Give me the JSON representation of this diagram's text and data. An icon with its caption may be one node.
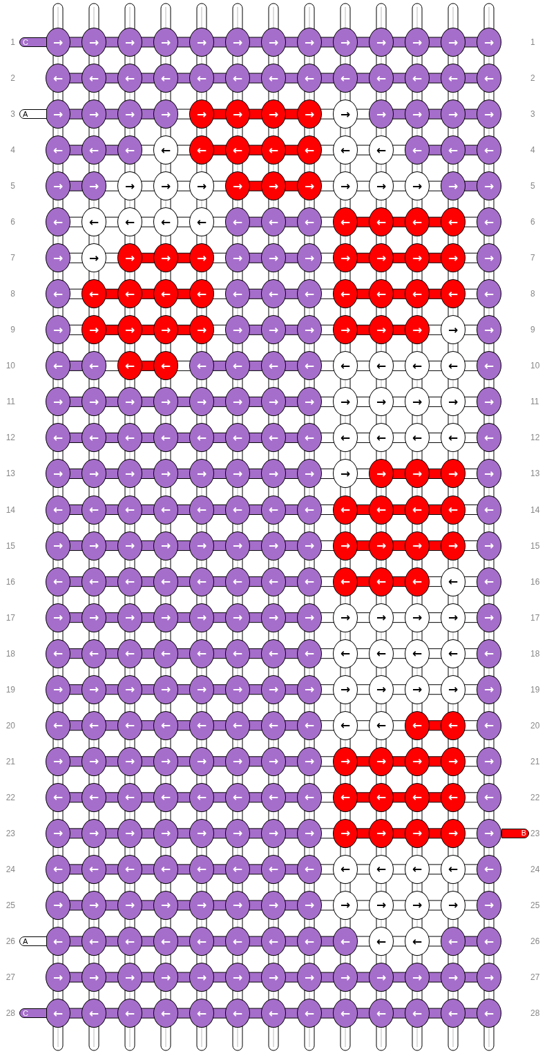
{
  "diagram": {
    "nodes": [
      {
        "text": [
          "→"
        ]
      },
      {
        "text": [
          "→"
        ]
      },
      {
        "text": [
          "→"
        ]
      },
      {
        "text": [
          "→"
        ]
      },
      {
        "text": [
          "→"
        ]
      },
      {
        "text": [
          "→"
        ]
      },
      {
        "text": [
          "→"
        ]
      },
      {
        "text": [
          "→"
        ]
      },
      {
        "text": [
          "→"
        ]
      },
      {
        "text": [
          "→"
        ]
      },
      {
        "text": [
          "→"
        ]
      },
      {
        "text": [
          "→"
        ]
      },
      {
        "text": [
          "→"
        ]
      },
      {
        "text": [
          "←"
        ]
      },
      {
        "text": [
          "←"
        ]
      },
      {
        "text": [
          "←"
        ]
      },
      {
        "text": [
          "←"
        ]
      },
      {
        "text": [
          "←"
        ]
      },
      {
        "text": [
          "←"
        ]
      },
      {
        "text": [
          "←"
        ]
      },
      {
        "text": [
          "←"
        ]
      },
      {
        "text": [
          "←"
        ]
      },
      {
        "text": [
          "←"
        ]
      },
      {
        "text": [
          "←"
        ]
      },
      {
        "text": [
          "←"
        ]
      },
      {
        "text": [
          "←"
        ]
      },
      {
        "text": [
          "→"
        ]
      },
      {
        "text": [
          "→"
        ]
      },
      {
        "text": [
          "→"
        ]
      },
      {
        "text": [
          "→"
        ]
      },
      {
        "text": [
          "→"
        ]
      },
      {
        "text": [
          "→"
        ]
      },
      {
        "text": [
          "→"
        ]
      },
      {
        "text": [
          "→"
        ]
      },
      {
        "text": [
          "→"
        ]
      },
      {
        "text": [
          "→"
        ]
      },
      {
        "text": [
          "→"
        ]
      },
      {
        "text": [
          "→"
        ]
      },
      {
        "text": [
          "→"
        ]
      },
      {
        "text": [
          "←"
        ]
      },
      {
        "text": [
          "←"
        ]
      },
      {
        "text": [
          "←"
        ]
      },
      {
        "text": [
          "←"
        ]
      },
      {
        "text": [
          "←"
        ]
      },
      {
        "text": [
          "←"
        ]
      },
      {
        "text": [
          "←"
        ]
      },
      {
        "text": [
          "←"
        ]
      },
      {
        "text": [
          "←"
        ]
      },
      {
        "text": [
          "←"
        ]
      },
      {
        "text": [
          "←"
        ]
      },
      {
        "text": [
          "←"
        ]
      },
      {
        "text": [
          "←"
        ]
      },
      {
        "text": [
          "→"
        ]
      },
      {
        "text": [
          "→"
        ]
      },
      {
        "text": [
          "→"
        ]
      },
      {
        "text": [
          "→"
        ]
      },
      {
        "text": [
          "→"
        ]
      },
      {
        "text": [
          "→"
        ]
      },
      {
        "text": [
          "→"
        ]
      },
      {
        "text": [
          "→"
        ]
      },
      {
        "text": [
          "→"
        ]
      },
      {
        "text": [
          "→"
        ]
      },
      {
        "text": [
          "→"
        ]
      },
      {
        "text": [
          "→"
        ]
      },
      {
        "text": [
          "→"
        ]
      },
      {
        "text": [
          "←"
        ]
      },
      {
        "text": [
          "←"
        ]
      },
      {
        "text": [
          "←"
        ]
      },
      {
        "text": [
          "←"
        ]
      },
      {
        "text": [
          "←"
        ]
      },
      {
        "text": [
          "←"
        ]
      },
      {
        "text": [
          "←"
        ]
      },
      {
        "text": [
          "←"
        ]
      },
      {
        "text": [
          "←"
        ]
      },
      {
        "text": [
          "←"
        ]
      },
      {
        "text": [
          "←"
        ]
      },
      {
        "text": [
          "←"
        ]
      },
      {
        "text": [
          "←"
        ]
      },
      {
        "text": [
          "→"
        ]
      },
      {
        "text": [
          "→"
        ]
      },
      {
        "text": [
          "→"
        ]
      },
      {
        "text": [
          "→"
        ]
      },
      {
        "text": [
          "→"
        ]
      },
      {
        "text": [
          "→"
        ]
      },
      {
        "text": [
          "→"
        ]
      },
      {
        "text": [
          "→"
        ]
      },
      {
        "text": [
          "→"
        ]
      },
      {
        "text": [
          "→"
        ]
      },
      {
        "text": [
          "→"
        ]
      },
      {
        "text": [
          "→"
        ]
      },
      {
        "text": [
          "→"
        ]
      },
      {
        "text": [
          "←"
        ]
      },
      {
        "text": [
          "←"
        ]
      },
      {
        "text": [
          "←"
        ]
      },
      {
        "text": [
          "←"
        ]
      },
      {
        "text": [
          "←"
        ]
      },
      {
        "text": [
          "←"
        ]
      },
      {
        "text": [
          "←"
        ]
      },
      {
        "text": [
          "←"
        ]
      },
      {
        "text": [
          "←"
        ]
      },
      {
        "text": [
          "←"
        ]
      },
      {
        "text": [
          "←"
        ]
      },
      {
        "text": [
          "←"
        ]
      },
      {
        "text": [
          "←"
        ]
      },
      {
        "text": [
          "→"
        ]
      },
      {
        "text": [
          "→"
        ]
      },
      {
        "text": [
          "→"
        ]
      },
      {
        "text": [
          "→"
        ]
      },
      {
        "text": [
          "→"
        ]
      },
      {
        "text": [
          "→"
        ]
      },
      {
        "text": [
          "→"
        ]
      },
      {
        "text": [
          "→"
        ]
      },
      {
        "text": [
          "→"
        ]
      },
      {
        "text": [
          "→"
        ]
      },
      {
        "text": [
          "→"
        ]
      },
      {
        "text": [
          "→"
        ]
      },
      {
        "text": [
          "→"
        ]
      },
      {
        "text": [
          "←"
        ]
      },
      {
        "text": [
          "←"
        ]
      },
      {
        "text": [
          "←"
        ]
      },
      {
        "text": [
          "←"
        ]
      },
      {
        "text": [
          "←"
        ]
      },
      {
        "text": [
          "←"
        ]
      },
      {
        "text": [
          "←"
        ]
      },
      {
        "text": [
          "←"
        ]
      },
      {
        "text": [
          "←"
        ]
      },
      {
        "text": [
          "←"
        ]
      },
      {
        "text": [
          "←"
        ]
      },
      {
        "text": [
          "←"
        ]
      },
      {
        "text": [
          "←"
        ]
      },
      {
        "text": [
          "→"
        ]
      },
      {
        "text": [
          "→"
        ]
      },
      {
        "text": [
          "→"
        ]
      },
      {
        "text": [
          "→"
        ]
      },
      {
        "text": [
          "→"
        ]
      },
      {
        "text": [
          "→"
        ]
      },
      {
        "text": [
          "→"
        ]
      },
      {
        "text": [
          "→"
        ]
      },
      {
        "text": [
          "→"
        ]
      },
      {
        "text": [
          "→"
        ]
      },
      {
        "text": [
          "→"
        ]
      },
      {
        "text": [
          "→"
        ]
      },
      {
        "text": [
          "→"
        ]
      },
      {
        "text": [
          "←"
        ]
      },
      {
        "text": [
          "←"
        ]
      },
      {
        "text": [
          "←"
        ]
      },
      {
        "text": [
          "←"
        ]
      },
      {
        "text": [
          "←"
        ]
      },
      {
        "text": [
          "←"
        ]
      },
      {
        "text": [
          "←"
        ]
      },
      {
        "text": [
          "←"
        ]
      },
      {
        "text": [
          "←"
        ]
      },
      {
        "text": [
          "←"
        ]
      },
      {
        "text": [
          "←"
        ]
      },
      {
        "text": [
          "←"
        ]
      },
      {
        "text": [
          "←"
        ]
      },
      {
        "text": [
          "→"
        ]
      },
      {
        "text": [
          "→"
        ]
      },
      {
        "text": [
          "→"
        ]
      },
      {
        "text": [
          "→"
        ]
      },
      {
        "text": [
          "→"
        ]
      },
      {
        "text": [
          "→"
        ]
      },
      {
        "text": [
          "→"
        ]
      },
      {
        "text": [
          "→"
        ]
      },
      {
        "text": [
          "→"
        ]
      },
      {
        "text": [
          "→"
        ]
      },
      {
        "text": [
          "→"
        ]
      },
      {
        "text": [
          "→"
        ]
      },
      {
        "text": [
          "→"
        ]
      },
      {
        "text": [
          "←"
        ]
      },
      {
        "text": [
          "←"
        ]
      },
      {
        "text": [
          "←"
        ]
      },
      {
        "text": [
          "←"
        ]
      },
      {
        "text": [
          "←"
        ]
      },
      {
        "text": [
          "←"
        ]
      },
      {
        "text": [
          "←"
        ]
      },
      {
        "text": [
          "←"
        ]
      },
      {
        "text": [
          "←"
        ]
      },
      {
        "text": [
          "←"
        ]
      },
      {
        "text": [
          "←"
        ]
      },
      {
        "text": [
          "←"
        ]
      },
      {
        "text": [
          "←"
        ]
      },
      {
        "text": [
          "→"
        ]
      },
      {
        "text": [
          "→"
        ]
      },
      {
        "text": [
          "→"
        ]
      },
      {
        "text": [
          "→"
        ]
      },
      {
        "text": [
          "→"
        ]
      },
      {
        "text": [
          "→"
        ]
      },
      {
        "text": [
          "→"
        ]
      },
      {
        "text": [
          "→"
        ]
      },
      {
        "text": [
          "→"
        ]
      },
      {
        "text": [
          "→"
        ]
      },
      {
        "text": [
          "→"
        ]
      },
      {
        "text": [
          "→"
        ]
      },
      {
        "text": [
          "→"
        ]
      },
      {
        "text": [
          "←"
        ]
      },
      {
        "text": [
          "←"
        ]
      },
      {
        "text": [
          "←"
        ]
      },
      {
        "text": [
          "←"
        ]
      },
      {
        "text": [
          "←"
        ]
      },
      {
        "text": [
          "←"
        ]
      },
      {
        "text": [
          "←"
        ]
      },
      {
        "text": [
          "←"
        ]
      },
      {
        "text": [
          "←"
        ]
      },
      {
        "text": [
          "←"
        ]
      },
      {
        "text": [
          "←"
        ]
      },
      {
        "text": [
          "←"
        ]
      },
      {
        "text": [
          "←"
        ]
      },
      {
        "text": [
          "→"
        ]
      },
      {
        "text": [
          "→"
        ]
      },
      {
        "text": [
          "→"
        ]
      },
      {
        "text": [
          "→"
        ]
      },
      {
        "text": [
          "→"
        ]
      },
      {
        "text": [
          "→"
        ]
      },
      {
        "text": [
          "→"
        ]
      },
      {
        "text": [
          "→"
        ]
      },
      {
        "text": [
          "→"
        ]
      },
      {
        "text": [
          "→"
        ]
      },
      {
        "text": [
          "→"
        ]
      },
      {
        "text": [
          "→"
        ]
      },
      {
        "text": [
          "→"
        ]
      },
      {
        "text": [
          "←"
        ]
      },
      {
        "text": [
          "←"
        ]
      },
      {
        "text": [
          "←"
        ]
      },
      {
        "text": [
          "←"
        ]
      },
      {
        "text": [
          "←"
        ]
      },
      {
        "text": [
          "←"
        ]
      },
      {
        "text": [
          "←"
        ]
      },
      {
        "text": [
          "←"
        ]
      },
      {
        "text": [
          "←"
        ]
      },
      {
        "text": [
          "←"
        ]
      },
      {
        "text": [
          "←"
        ]
      },
      {
        "text": [
          "←"
        ]
      },
      {
        "text": [
          "←"
        ]
      },
      {
        "text": [
          "→"
        ]
      },
      {
        "text": [
          "→"
        ]
      },
      {
        "text": [
          "→"
        ]
      },
      {
        "text": [
          "→"
        ]
      },
      {
        "text": [
          "→"
        ]
      },
      {
        "text": [
          "→"
        ]
      },
      {
        "text": [
          "→"
        ]
      },
      {
        "text": [
          "→"
        ]
      },
      {
        "text": [
          "→"
        ]
      },
      {
        "text": [
          "→"
        ]
      },
      {
        "text": [
          "→"
        ]
      },
      {
        "text": [
          "→"
        ]
      },
      {
        "text": [
          "→"
        ]
      },
      {
        "text": [
          "←"
        ]
      },
      {
        "text": [
          "←"
        ]
      },
      {
        "text": [
          "←"
        ]
      },
      {
        "text": [
          "←"
        ]
      },
      {
        "text": [
          "←"
        ]
      },
      {
        "text": [
          "←"
        ]
      },
      {
        "text": [
          "←"
        ]
      },
      {
        "text": [
          "←"
        ]
      },
      {
        "text": [
          "←"
        ]
      },
      {
        "text": [
          "←"
        ]
      },
      {
        "text": [
          "←"
        ]
      },
      {
        "text": [
          "←"
        ]
      },
      {
        "text": [
          "←"
        ]
      },
      {
        "text": [
          "→"
        ]
      },
      {
        "text": [
          "→"
        ]
      },
      {
        "text": [
          "→"
        ]
      },
      {
        "text": [
          "→"
        ]
      },
      {
        "text": [
          "→"
        ]
      },
      {
        "text": [
          "→"
        ]
      },
      {
        "text": [
          "→"
        ]
      },
      {
        "text": [
          "→"
        ]
      },
      {
        "text": [
          "→"
        ]
      },
      {
        "text": [
          "→"
        ]
      },
      {
        "text": [
          "→"
        ]
      },
      {
        "text": [
          "→"
        ]
      },
      {
        "text": [
          "→"
        ]
      },
      {
        "text": [
          "←"
        ]
      },
      {
        "text": [
          "←"
        ]
      },
      {
        "text": [
          "←"
        ]
      },
      {
        "text": [
          "←"
        ]
      },
      {
        "text": [
          "←"
        ]
      },
      {
        "text": [
          "←"
        ]
      },
      {
        "text": [
          "←"
        ]
      },
      {
        "text": [
          "←"
        ]
      },
      {
        "text": [
          "←"
        ]
      },
      {
        "text": [
          "←"
        ]
      },
      {
        "text": [
          "←"
        ]
      },
      {
        "text": [
          "←"
        ]
      },
      {
        "text": [
          "←"
        ]
      },
      {
        "text": [
          "→"
        ]
      },
      {
        "text": [
          "→"
        ]
      },
      {
        "text": [
          "→"
        ]
      },
      {
        "text": [
          "→"
        ]
      },
      {
        "text": [
          "→"
        ]
      },
      {
        "text": [
          "→"
        ]
      },
      {
        "text": [
          "→"
        ]
      },
      {
        "text": [
          "→"
        ]
      },
      {
        "text": [
          "→"
        ]
      },
      {
        "text": [
          "→"
        ]
      },
      {
        "text": [
          "→"
        ]
      },
      {
        "text": [
          "→"
        ]
      },
      {
        "text": [
          "→"
        ]
      },
      {
        "text": [
          "←"
        ]
      },
      {
        "text": [
          "←"
        ]
      },
      {
        "text": [
          "←"
        ]
      },
      {
        "text": [
          "←"
        ]
      },
      {
        "text": [
          "←"
        ]
      },
      {
        "text": [
          "←"
        ]
      },
      {
        "text": [
          "←"
        ]
      },
      {
        "text": [
          "←"
        ]
      },
      {
        "text": [
          "←"
        ]
      },
      {
        "text": [
          "←"
        ]
      },
      {
        "text": [
          "←"
        ]
      },
      {
        "text": [
          "←"
        ]
      },
      {
        "text": [
          "←"
        ]
      },
      {
        "text": [
          "→"
        ]
      },
      {
        "text": [
          "→"
        ]
      },
      {
        "text": [
          "→"
        ]
      },
      {
        "text": [
          "→"
        ]
      },
      {
        "text": [
          "→"
        ]
      },
      {
        "text": [
          "→"
        ]
      },
      {
        "text": [
          "→"
        ]
      },
      {
        "text": [
          "→"
        ]
      },
      {
        "text": [
          "→"
        ]
      },
      {
        "text": [
          "→"
        ]
      },
      {
        "text": [
          "→"
        ]
      },
      {
        "text": [
          "→"
        ]
      },
      {
        "text": [
          "→"
        ]
      },
      {
        "text": [
          "←"
        ]
      },
      {
        "text": [
          "←"
        ]
      },
      {
        "text": [
          "←"
        ]
      },
      {
        "text": [
          "←"
        ]
      },
      {
        "text": [
          "←"
        ]
      },
      {
        "text": [
          "←"
        ]
      },
      {
        "text": [
          "←"
        ]
      },
      {
        "text": [
          "←"
        ]
      },
      {
        "text": [
          "←"
        ]
      },
      {
        "text": [
          "←"
        ]
      },
      {
        "text": [
          "←"
        ]
      },
      {
        "text": [
          "←"
        ]
      },
      {
        "text": [
          "←"
        ]
      },
      {
        "text": [
          "→"
        ]
      },
      {
        "text": [
          "→"
        ]
      },
      {
        "text": [
          "→"
        ]
      },
      {
        "text": [
          "→"
        ]
      },
      {
        "text": [
          "→"
        ]
      },
      {
        "text": [
          "→"
        ]
      },
      {
        "text": [
          "→"
        ]
      },
      {
        "text": [
          "→"
        ]
      },
      {
        "text": [
          "→"
        ]
      },
      {
        "text": [
          "→"
        ]
      },
      {
        "text": [
          "→"
        ]
      },
      {
        "text": [
          "→"
        ]
      },
      {
        "text": [
          "→"
        ]
      },
      {
        "text": [
          "←"
        ]
      },
      {
        "text": [
          "←"
        ]
      },
      {
        "text": [
          "←"
        ]
      },
      {
        "text": [
          "←"
        ]
      },
      {
        "text": [
          "←"
        ]
      },
      {
        "text": [
          "←"
        ]
      },
      {
        "text": [
          "←"
        ]
      },
      {
        "text": [
          "←"
        ]
      },
      {
        "text": [
          "←"
        ]
      },
      {
        "text": [
          "←"
        ]
      },
      {
        "text": [
          "←"
        ]
      },
      {
        "text": [
          "←"
        ]
      },
      {
        "text": [
          "←"
        ]
      }
    ],
    "labels": [
      "1",
      "C",
      "1",
      "2",
      "2",
      "3",
      "A",
      "3",
      "4",
      "4",
      "5",
      "5",
      "6",
      "6",
      "7",
      "7",
      "8",
      "8",
      "9",
      "9",
      "10",
      "10",
      "11",
      "11",
      "12",
      "12",
      "13",
      "13",
      "14",
      "14",
      "15",
      "15",
      "16",
      "16",
      "17",
      "17",
      "18",
      "18",
      "19",
      "19",
      "20",
      "20",
      "21",
      "21",
      "22",
      "22",
      "23",
      "B",
      "23",
      "24",
      "24",
      "25",
      "25",
      "26",
      "A",
      "26",
      "27",
      "27",
      "28",
      "C",
      "28"
    ]
  }
}
